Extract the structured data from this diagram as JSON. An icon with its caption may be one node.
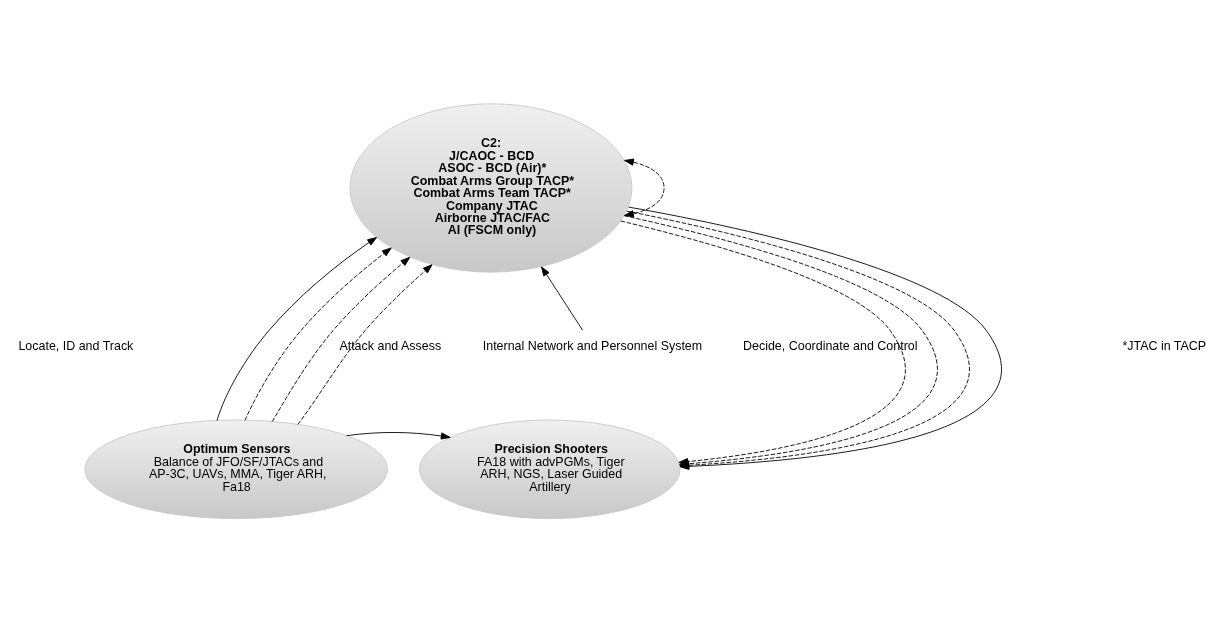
{
  "diagram": {
    "nodes": [
      {
        "text": [
          "C2:",
          "J/CAOC - BCD",
          "ASOC - BCD (Air)*",
          "Combat Arms Group TACP*",
          "Combat Arms Team TACP*",
          "Company JTAC",
          "Airborne JTAC/FAC",
          "AI (FSCM only)"
        ]
      },
      {
        "text": [
          "Optimum Sensors",
          "Balance of JFO/SF/JTACs and AP-3C, UAVs, MMA, Tiger ARH, Fa18"
        ]
      },
      {
        "text": [
          "Precision Shooters",
          "FA18 with advPGMs, Tiger ARH, NGS, Laser Guided Artillery"
        ]
      },
      {
        "text": [
          "Internal Network and Personnel System"
        ]
      }
    ],
    "edges": [
      {
        "from": 1,
        "to": 0,
        "arrow": "to"
      },
      {
        "from": 1,
        "to": 0,
        "arrow": "to",
        "style": "dashed"
      },
      {
        "from": 1,
        "to": 0,
        "arrow": "to",
        "style": "dashed"
      },
      {
        "from": 1,
        "to": 0,
        "arrow": "to",
        "style": "dashed"
      },
      {
        "from": 0,
        "to": 2,
        "arrow": "to",
        "style": "dashed"
      },
      {
        "from": 0,
        "to": 2,
        "arrow": "to",
        "style": "dashed"
      },
      {
        "from": 0,
        "to": 2,
        "arrow": "to",
        "style": "dashed"
      },
      {
        "from": 0,
        "to": 2,
        "arrow": "to"
      },
      {
        "from": 1,
        "to": 2,
        "arrow": "to"
      },
      {
        "from": 3,
        "to": 0,
        "arrow": "to"
      },
      {
        "from": 0,
        "to": 0,
        "arrow": "both",
        "style": "dashed"
      }
    ],
    "labels": [
      "Decide, Coordinate and Control",
      "*JTAC in TACP",
      "Locate, ID and Track",
      "Attack and Assess"
    ]
  }
}
